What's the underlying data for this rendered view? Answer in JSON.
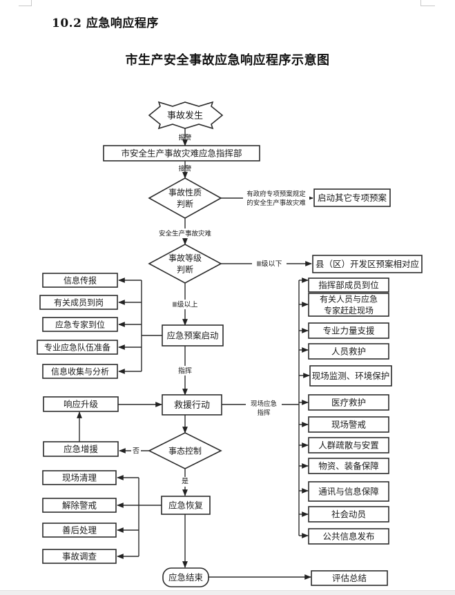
{
  "document": {
    "section_heading": "10.2 应急响应程序",
    "figure_title": "市生产安全事故应急响应程序示意图"
  },
  "flowchart": {
    "nodes": {
      "start": "事故发生",
      "command_hq": "市安全生产事故灾难应急指挥部",
      "nature_judgment": [
        "事故性质",
        "判断"
      ],
      "other_plans": "启动其它专项预案",
      "level_judgment": [
        "事故等级",
        "判断"
      ],
      "county_plan": "县（区）开发区预案相对应",
      "plan_activation": "应急预案启动",
      "rescue_action": "救援行动",
      "situation_control": "事态控制",
      "response_upgrade": "响应升级",
      "reinforcement": "应急增援",
      "recovery": "应急恢复",
      "end": "应急结束",
      "evaluation": "评估总结"
    },
    "edge_labels": {
      "alarm": "报警",
      "receive_alarm": "接警",
      "gov_special": [
        "有政府专项预案规定",
        "的安全生产事故灾难"
      ],
      "safety_accident": "安全生产事故灾难",
      "below_level3": "Ⅲ级以下",
      "above_level3": "Ⅲ级以上",
      "command": "指挥",
      "onsite_command": [
        "现场应急",
        "指挥"
      ],
      "no": "否",
      "yes": "是"
    },
    "activation_tasks": [
      "信息传报",
      "有关成员到岗",
      "应急专家到位",
      "专业应急队伍准备",
      "信息收集与分析"
    ],
    "onsite_tasks": [
      [
        "指挥部成员到位"
      ],
      [
        "有关人员与应急",
        "专家赶赴现场"
      ],
      [
        "专业力量支援"
      ],
      [
        "人员救护"
      ],
      [
        "现场监测、环境保护"
      ],
      [
        "医疗救护"
      ],
      [
        "现场警戒"
      ],
      [
        "人群疏散与安置"
      ],
      [
        "物资、装备保障"
      ],
      [
        "通讯与信息保障"
      ],
      [
        "社会动员"
      ],
      [
        "公共信息发布"
      ]
    ],
    "recovery_tasks": [
      "现场清理",
      "解除警戒",
      "善后处理",
      "事故调查"
    ]
  }
}
